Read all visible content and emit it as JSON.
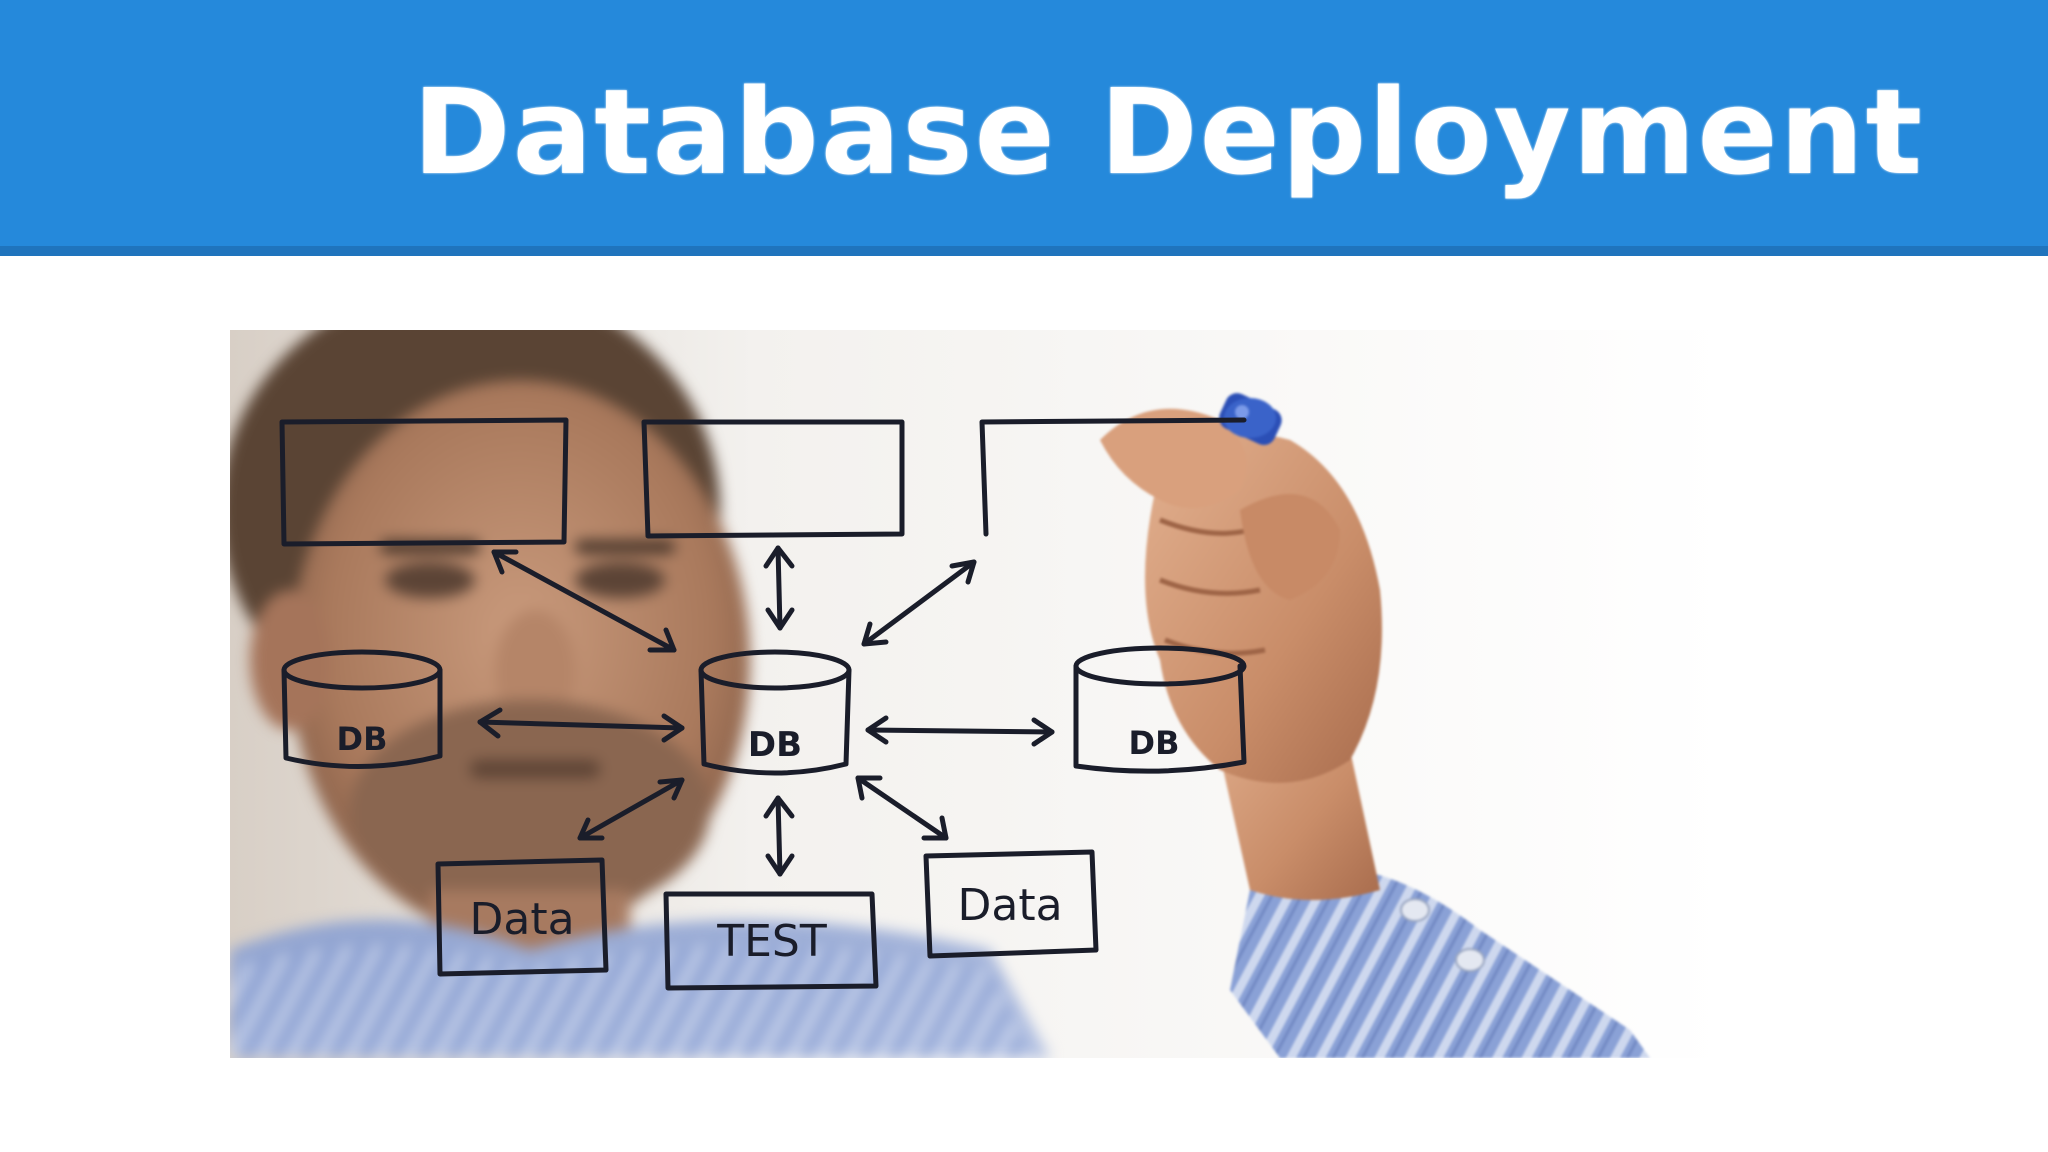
{
  "slide": {
    "title": "Database Deployment"
  },
  "diagram": {
    "center_db_label": "DB",
    "left_db_label": "DB",
    "right_db_label": "DB",
    "left_data_label": "Data",
    "test_label": "TEST",
    "right_data_label": "Data"
  },
  "colors": {
    "header": "#2589db",
    "header_shadow": "#1f74bd",
    "title_text": "#ffffff",
    "ink": "#1a1d2a",
    "marker_cap": "#3a63c9"
  },
  "image": {
    "description_icon": "person-drawing-database-diagram-photo"
  }
}
